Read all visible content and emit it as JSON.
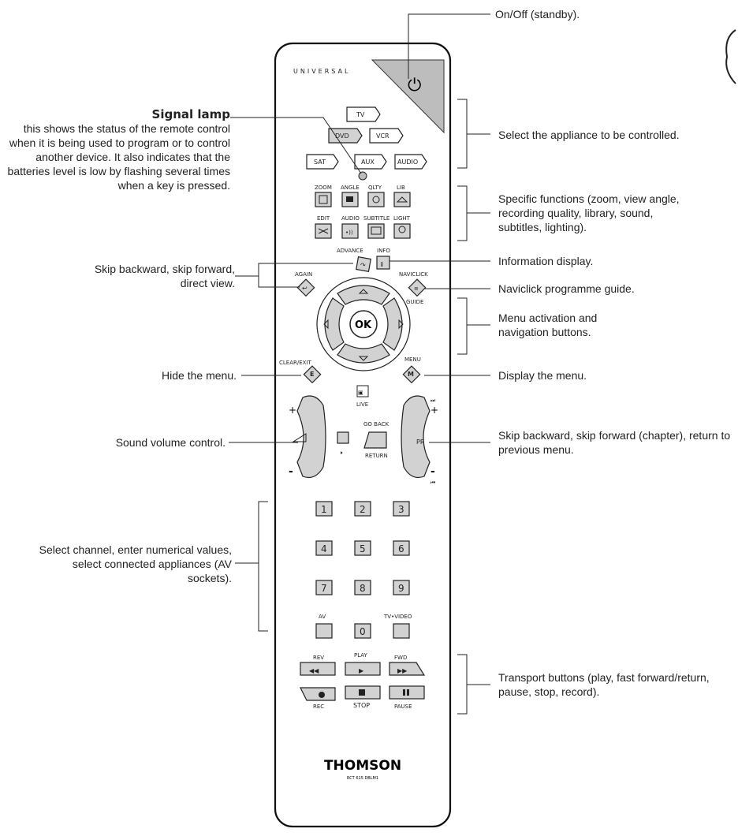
{
  "annotations": {
    "power": "On/Off (standby).",
    "select_appliance": "Select the appliance to be controlled.",
    "signal_title": "Signal lamp",
    "signal_desc": "this shows the status of the remote control when it is being used to program or to control another device. It also indicates that the batteries level is low by flashing several times when a key is pressed.",
    "specific_functions": "Specific functions (zoom, view angle, recording quality, library, sound, subtitles, lighting).",
    "info_display": "Information display.",
    "skip_left": "Skip backward, skip forward, direct view.",
    "naviclick": "Naviclick programme guide.",
    "menu_nav": "Menu activation and navigation buttons.",
    "hide_menu": "Hide the menu.",
    "display_menu": "Display the menu.",
    "volume": "Sound volume control.",
    "skip_right": "Skip backward, skip forward (chapter), return to previous menu.",
    "select_channel": "Select channel, enter numerical values, select connected appliances (AV sockets).",
    "transport": "Transport buttons (play, fast forward/return, pause, stop, record)."
  },
  "remote": {
    "brand_top": "UNIVERSAL",
    "power_symbol": "⏻",
    "tv": "TV",
    "dvd": "DVD",
    "vcr": "VCR",
    "sat": "SAT",
    "aux": "AUX",
    "audio": "AUDIO",
    "zoom": "ZOOM",
    "angle": "ANGLE",
    "qlty": "QLTY",
    "lib": "LIB",
    "edit": "EDIT",
    "audio_fn": "AUDIO",
    "subtitle": "SUBTITLE",
    "light": "LIGHT",
    "advance": "ADVANCE",
    "info": "INFO",
    "again": "AGAIN",
    "naviclick": "NAVICLICK",
    "guide": "GUIDE",
    "ok": "OK",
    "clear_exit": "CLEAR/EXIT",
    "menu": "MENU",
    "e_key": "E",
    "m_key": "M",
    "live": "LIVE",
    "go_back": "GO BACK",
    "return": "RETURN",
    "pr": "PR",
    "plus": "+",
    "minus": "-",
    "digits": [
      "1",
      "2",
      "3",
      "4",
      "5",
      "6",
      "7",
      "8",
      "9",
      "0"
    ],
    "av": "AV",
    "tv_video": "TV•VIDEO",
    "rev": "REV",
    "play": "PLAY",
    "fwd": "FWD",
    "rec": "REC",
    "stop": "STOP",
    "pause": "PAUSE",
    "brand": "THOMSON",
    "model": "RCT 615 DBLM1"
  }
}
